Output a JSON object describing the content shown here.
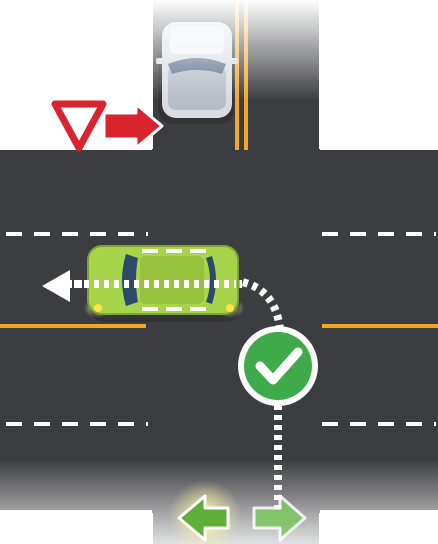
{
  "scene": {
    "type": "traffic-intersection-quiz",
    "description_visible_text": ""
  },
  "vehicles": [
    {
      "id": "white-car",
      "color": "#d9dde3",
      "heading": "down",
      "role": "approaching-from-north"
    },
    {
      "id": "green-car",
      "color": "#a6d44a",
      "heading": "left",
      "role": "turning-left",
      "indicators": "on"
    }
  ],
  "signs": {
    "yield_sign": {
      "shape": "inverted-triangle",
      "color": "#d9232e"
    },
    "yield_arrow_direction": "right"
  },
  "signals": {
    "left_arrow": {
      "state": "lit",
      "color": "#5fae3a"
    },
    "right_arrow": {
      "state": "unlit",
      "color": "#7cc860"
    }
  },
  "feedback": {
    "result_icon": "check-icon",
    "result": "correct",
    "color": "#3faa4a"
  },
  "colors": {
    "asphalt": "#3c3d41",
    "center_line": "#f4a62a",
    "lane_dash": "#ffffff",
    "sidewalk": "#ffffff"
  }
}
